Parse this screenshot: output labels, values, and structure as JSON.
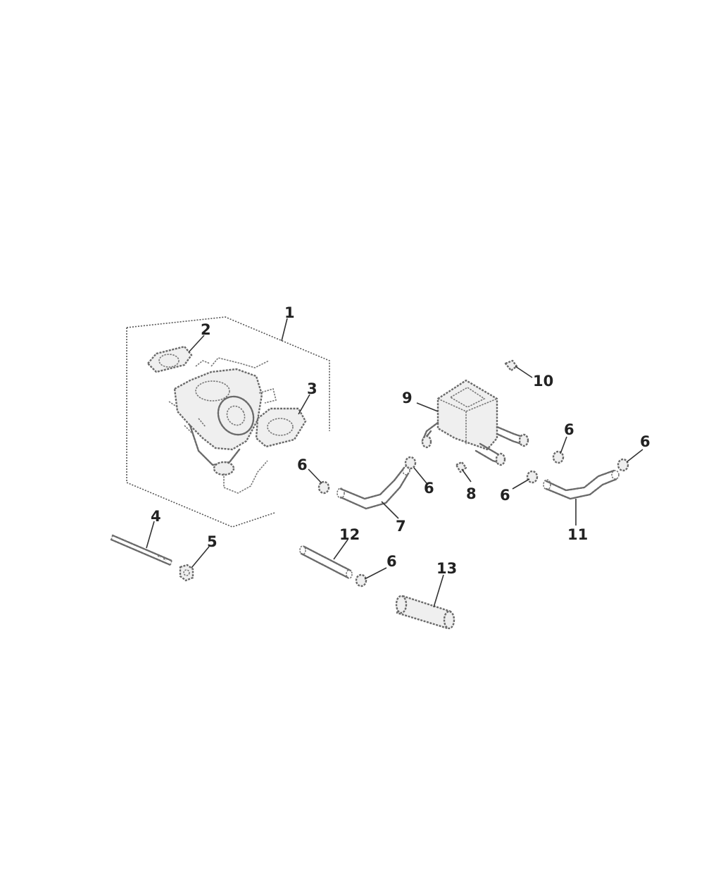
{
  "diagram": {
    "callouts": [
      {
        "id": "c1",
        "label": "1"
      },
      {
        "id": "c2",
        "label": "2"
      },
      {
        "id": "c3",
        "label": "3"
      },
      {
        "id": "c4",
        "label": "4"
      },
      {
        "id": "c5",
        "label": "5"
      },
      {
        "id": "c6a",
        "label": "6"
      },
      {
        "id": "c6b",
        "label": "6"
      },
      {
        "id": "c6c",
        "label": "6"
      },
      {
        "id": "c6d",
        "label": "6"
      },
      {
        "id": "c6e",
        "label": "6"
      },
      {
        "id": "c6f",
        "label": "6"
      },
      {
        "id": "c7",
        "label": "7"
      },
      {
        "id": "c8",
        "label": "8"
      },
      {
        "id": "c9",
        "label": "9"
      },
      {
        "id": "c10",
        "label": "10"
      },
      {
        "id": "c11",
        "label": "11"
      },
      {
        "id": "c12",
        "label": "12"
      },
      {
        "id": "c13",
        "label": "13"
      }
    ]
  }
}
